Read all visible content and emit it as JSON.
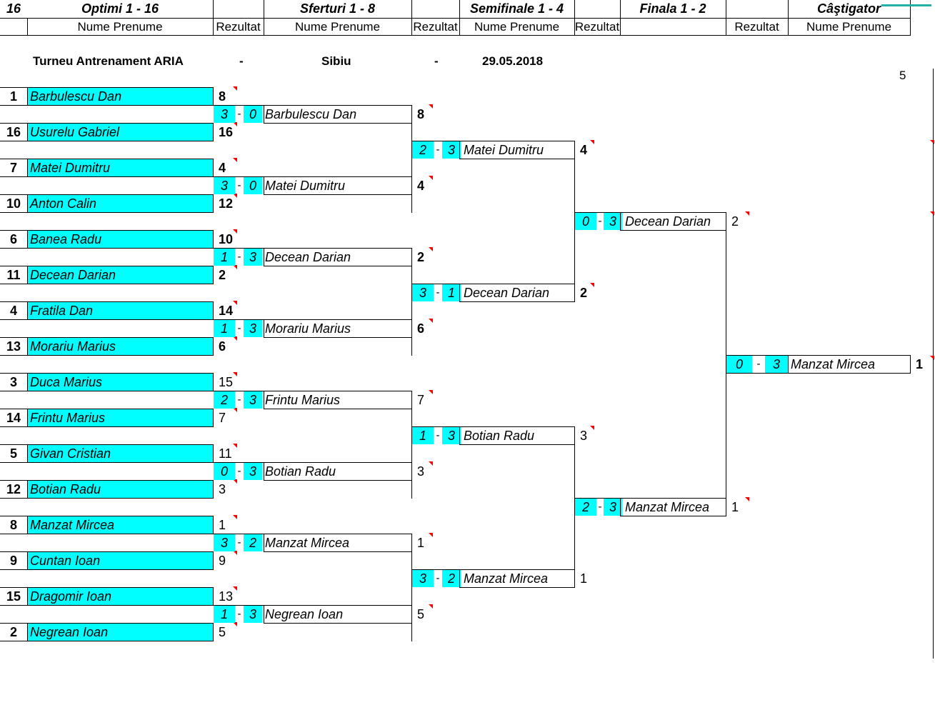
{
  "header": {
    "draw_size": "16",
    "columns": [
      {
        "title": "Optimi 1 - 16",
        "sub": "Nume Prenume"
      },
      {
        "title": "",
        "sub": "Rezultat"
      },
      {
        "title": "Sferturi 1 - 8",
        "sub": "Nume Prenume"
      },
      {
        "title": "",
        "sub": "Rezultat"
      },
      {
        "title": "Semifinale 1 - 4",
        "sub": "Nume Prenume"
      },
      {
        "title": "",
        "sub": "Rezultat"
      },
      {
        "title": "Finala 1 - 2",
        "sub": ""
      },
      {
        "title": "",
        "sub": "Rezultat"
      },
      {
        "title": "Câştigator",
        "sub": "Nume Prenume"
      }
    ]
  },
  "info": {
    "tournament": "Turneu Antrenament ARIA",
    "sep1": "-",
    "city": "Sibiu",
    "sep2": "-",
    "date": "29.05.2018",
    "corner": "5"
  },
  "round16": [
    {
      "seed": "1",
      "name": "Barbulescu Dan",
      "result": "8"
    },
    {
      "seed": "16",
      "name": "Usurelu Gabriel",
      "result": "16"
    },
    {
      "seed": "7",
      "name": "Matei Dumitru",
      "result": "4"
    },
    {
      "seed": "10",
      "name": "Anton Calin",
      "result": "12"
    },
    {
      "seed": "6",
      "name": "Banea Radu",
      "result": "10"
    },
    {
      "seed": "11",
      "name": "Decean Darian",
      "result": "2"
    },
    {
      "seed": "4",
      "name": "Fratila Dan",
      "result": "14"
    },
    {
      "seed": "13",
      "name": "Morariu Marius",
      "result": "6"
    },
    {
      "seed": "3",
      "name": "Duca Marius",
      "result": "15"
    },
    {
      "seed": "14",
      "name": "Frintu Marius",
      "result": "7"
    },
    {
      "seed": "5",
      "name": "Givan Cristian",
      "result": "11"
    },
    {
      "seed": "12",
      "name": "Botian Radu",
      "result": "3"
    },
    {
      "seed": "8",
      "name": "Manzat Mircea",
      "result": "1"
    },
    {
      "seed": "9",
      "name": "Cuntan Ioan",
      "result": "9"
    },
    {
      "seed": "15",
      "name": "Dragomir Ioan",
      "result": "13"
    },
    {
      "seed": "2",
      "name": "Negrean Ioan",
      "result": "5"
    }
  ],
  "quarters": [
    {
      "s1": "3",
      "s2": "0",
      "name": "Barbulescu Dan",
      "result": "8"
    },
    {
      "s1": "3",
      "s2": "0",
      "name": "Matei Dumitru",
      "result": "4"
    },
    {
      "s1": "1",
      "s2": "3",
      "name": "Decean Darian",
      "result": "2"
    },
    {
      "s1": "1",
      "s2": "3",
      "name": "Morariu Marius",
      "result": "6"
    },
    {
      "s1": "2",
      "s2": "3",
      "name": "Frintu Marius",
      "result": "7"
    },
    {
      "s1": "0",
      "s2": "3",
      "name": "Botian Radu",
      "result": "3"
    },
    {
      "s1": "3",
      "s2": "2",
      "name": "Manzat Mircea",
      "result": "1"
    },
    {
      "s1": "1",
      "s2": "3",
      "name": "Negrean Ioan",
      "result": "5"
    }
  ],
  "semis": [
    {
      "s1": "2",
      "s2": "3",
      "name": "Matei Dumitru",
      "result": "4"
    },
    {
      "s1": "3",
      "s2": "1",
      "name": "Decean Darian",
      "result": "2"
    },
    {
      "s1": "1",
      "s2": "3",
      "name": "Botian Radu",
      "result": "3"
    },
    {
      "s1": "3",
      "s2": "2",
      "name": "Manzat Mircea",
      "result": "1"
    }
  ],
  "finals": [
    {
      "s1": "0",
      "s2": "3",
      "name": "Decean Darian",
      "result": "2"
    },
    {
      "s1": "2",
      "s2": "3",
      "name": "Manzat Mircea",
      "result": "1"
    }
  ],
  "winner": {
    "s1": "0",
    "s2": "3",
    "name": "Manzat Mircea",
    "result": "1"
  }
}
